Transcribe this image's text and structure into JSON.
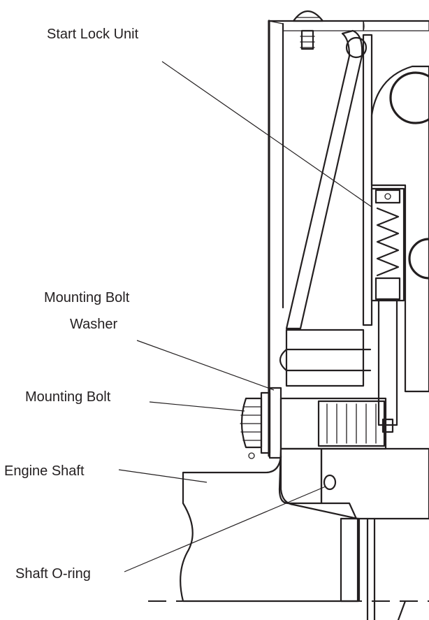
{
  "labels": {
    "start_lock_unit": "Start Lock Unit",
    "mounting_bolt_washer_line1": "Mounting Bolt",
    "mounting_bolt_washer_line2": "Washer",
    "mounting_bolt": "Mounting Bolt",
    "engine_shaft": "Engine Shaft",
    "shaft_o_ring": "Shaft O-ring"
  },
  "colors": {
    "ink": "#231f20",
    "background": "#ffffff"
  }
}
